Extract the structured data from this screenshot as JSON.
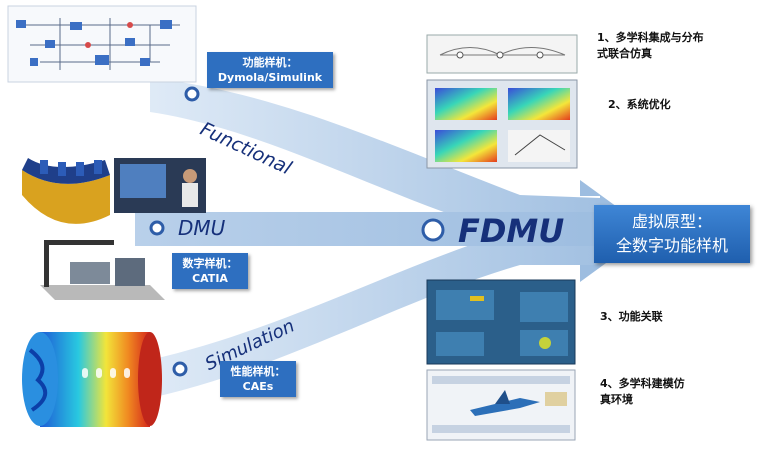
{
  "arrows": {
    "functional": "Functional",
    "dmu": "DMU",
    "simulation": "Simulation",
    "center": "FDMU"
  },
  "labels": {
    "functional_box": [
      "功能样机：",
      "Dymola/Simulink"
    ],
    "dmu_box": [
      "数字样机：",
      "CATIA"
    ],
    "simulation_box": [
      "性能样机：",
      "CAEs"
    ]
  },
  "target": [
    "虚拟原型：",
    "全数字功能样机"
  ],
  "captions": {
    "c1": [
      "1、多学科集成与分布",
      "式联合仿真"
    ],
    "c2": "2、系统优化",
    "c3": "3、功能关联",
    "c4": [
      "4、多学科建模仿",
      "真环境"
    ]
  },
  "colors": {
    "arrow_light": "#d4e3f3",
    "arrow_dark": "#8fb2d8",
    "box_blue": "#2e6fc0",
    "text_navy": "#16307a"
  }
}
